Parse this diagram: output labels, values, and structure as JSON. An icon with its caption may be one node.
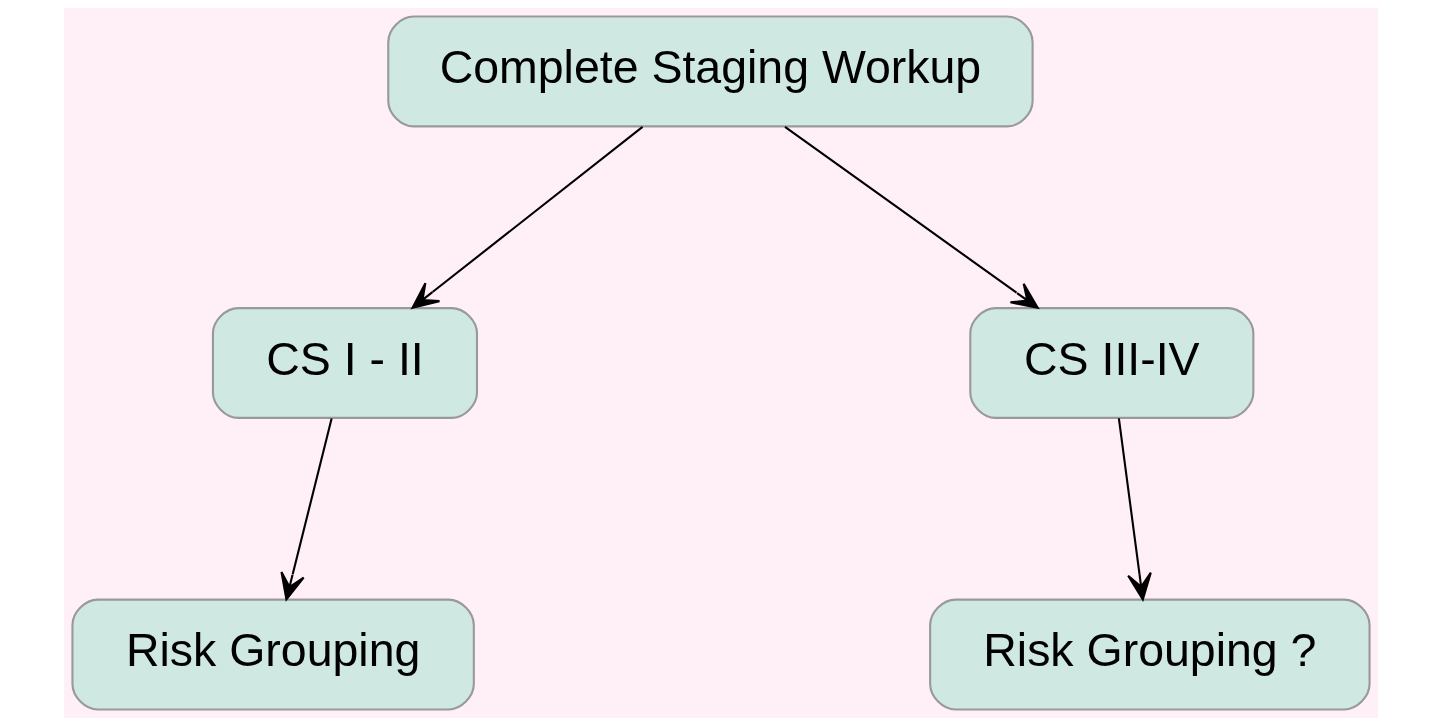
{
  "diagram": {
    "nodes": [
      {
        "text": [
          "Complete Staging Workup"
        ]
      },
      {
        "text": [
          "CS I - II"
        ]
      },
      {
        "text": [
          "CS III-IV"
        ]
      },
      {
        "text": [
          "Risk Grouping"
        ]
      },
      {
        "text": [
          "Risk Grouping ?"
        ]
      }
    ],
    "edges": [
      {
        "from": 0,
        "to": 1,
        "arrow": "to"
      },
      {
        "from": 0,
        "to": 2,
        "arrow": "to"
      },
      {
        "from": 1,
        "to": 3,
        "arrow": "to"
      },
      {
        "from": 2,
        "to": 4,
        "arrow": "to"
      }
    ]
  }
}
